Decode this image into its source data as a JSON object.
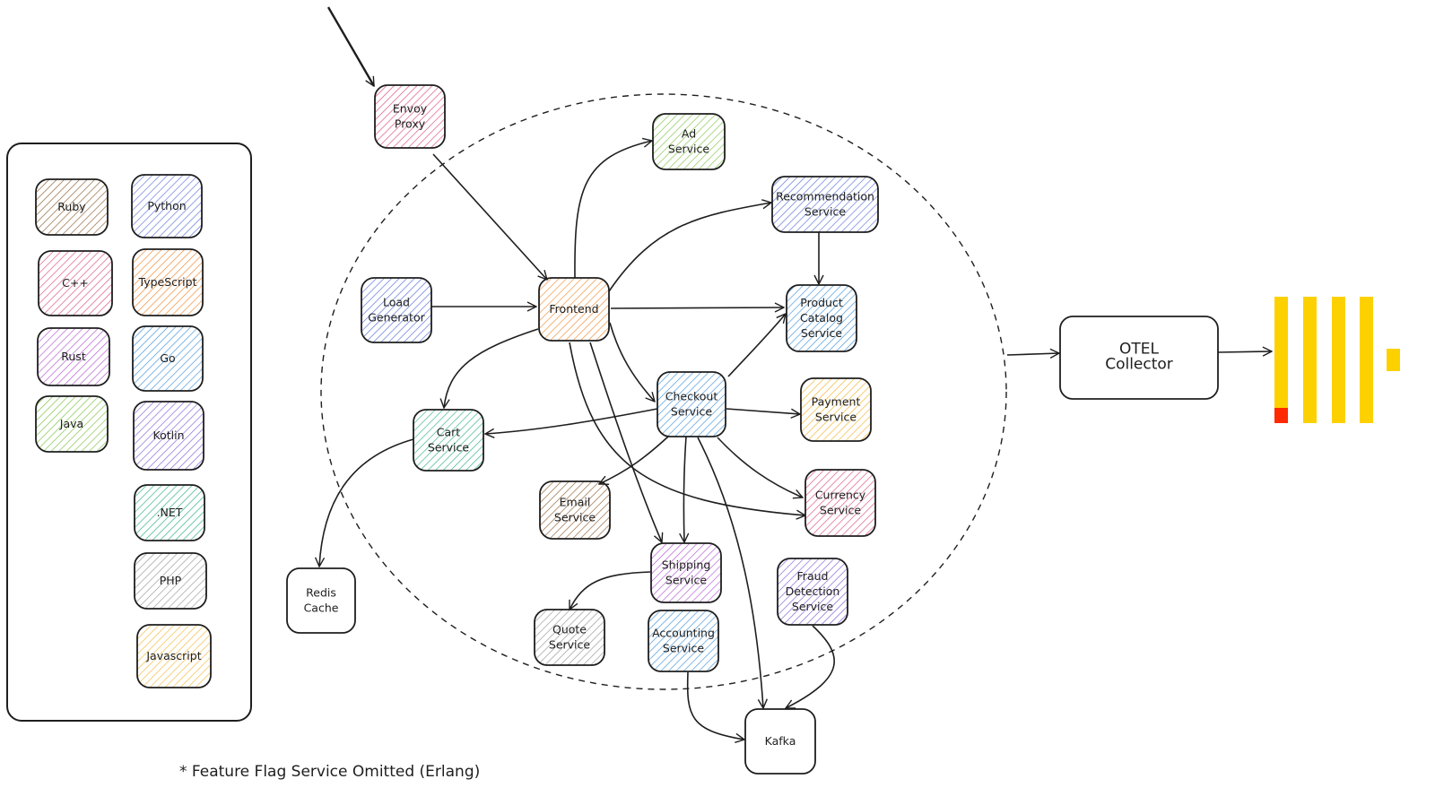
{
  "legend": {
    "title": "",
    "items": [
      {
        "id": "ruby",
        "label": "Ruby",
        "color": "#8c5a2b"
      },
      {
        "id": "python",
        "label": "Python",
        "color": "#5b72d9"
      },
      {
        "id": "cpp",
        "label": "C++",
        "color": "#d94a7a"
      },
      {
        "id": "typescript",
        "label": "TypeScript",
        "color": "#f08a30"
      },
      {
        "id": "rust",
        "label": "Rust",
        "color": "#b35bd1"
      },
      {
        "id": "go",
        "label": "Go",
        "color": "#3b8fd8"
      },
      {
        "id": "java",
        "label": "Java",
        "color": "#7cc143"
      },
      {
        "id": "kotlin",
        "label": "Kotlin",
        "color": "#7a5bd6"
      },
      {
        "id": "dotnet",
        "label": ".NET",
        "color": "#2fb083"
      },
      {
        "id": "php",
        "label": "PHP",
        "color": "#9a9a9a"
      },
      {
        "id": "javascript",
        "label": "Javascript",
        "color": "#f2b533"
      }
    ]
  },
  "nodes": [
    {
      "id": "envoy",
      "lines": [
        "Envoy",
        "Proxy"
      ],
      "lang": "cpp"
    },
    {
      "id": "ad",
      "lines": [
        "Ad",
        "Service"
      ],
      "lang": "java"
    },
    {
      "id": "recommendation",
      "lines": [
        "Recommendation",
        "Service"
      ],
      "lang": "python"
    },
    {
      "id": "load-generator",
      "lines": [
        "Load",
        "Generator"
      ],
      "lang": "python"
    },
    {
      "id": "frontend",
      "lines": [
        "Frontend"
      ],
      "lang": "typescript"
    },
    {
      "id": "product-catalog",
      "lines": [
        "Product",
        "Catalog",
        "Service"
      ],
      "lang": "go"
    },
    {
      "id": "checkout",
      "lines": [
        "Checkout",
        "Service"
      ],
      "lang": "go"
    },
    {
      "id": "payment",
      "lines": [
        "Payment",
        "Service"
      ],
      "lang": "javascript"
    },
    {
      "id": "cart",
      "lines": [
        "Cart",
        "Service"
      ],
      "lang": "dotnet"
    },
    {
      "id": "currency",
      "lines": [
        "Currency",
        "Service"
      ],
      "lang": "cpp"
    },
    {
      "id": "email",
      "lines": [
        "Email",
        "Service"
      ],
      "lang": "ruby"
    },
    {
      "id": "shipping",
      "lines": [
        "Shipping",
        "Service"
      ],
      "lang": "rust"
    },
    {
      "id": "fraud-detection",
      "lines": [
        "Fraud",
        "Detection",
        "Service"
      ],
      "lang": "kotlin"
    },
    {
      "id": "quote",
      "lines": [
        "Quote",
        "Service"
      ],
      "lang": "php"
    },
    {
      "id": "accounting",
      "lines": [
        "Accounting",
        "Service"
      ],
      "lang": "go"
    },
    {
      "id": "redis",
      "lines": [
        "Redis",
        "Cache"
      ],
      "lang": null
    },
    {
      "id": "kafka",
      "lines": [
        "Kafka"
      ],
      "lang": null
    },
    {
      "id": "otel-collector",
      "lines": [
        "OTEL",
        "Collector"
      ],
      "lang": null
    }
  ],
  "edges": [
    {
      "from": "external",
      "to": "envoy"
    },
    {
      "from": "envoy",
      "to": "frontend"
    },
    {
      "from": "load-generator",
      "to": "frontend"
    },
    {
      "from": "frontend",
      "to": "ad"
    },
    {
      "from": "frontend",
      "to": "recommendation"
    },
    {
      "from": "frontend",
      "to": "product-catalog"
    },
    {
      "from": "frontend",
      "to": "cart"
    },
    {
      "from": "frontend",
      "to": "checkout"
    },
    {
      "from": "frontend",
      "to": "shipping"
    },
    {
      "from": "frontend",
      "to": "currency"
    },
    {
      "from": "recommendation",
      "to": "product-catalog"
    },
    {
      "from": "checkout",
      "to": "product-catalog"
    },
    {
      "from": "checkout",
      "to": "payment"
    },
    {
      "from": "checkout",
      "to": "currency"
    },
    {
      "from": "checkout",
      "to": "cart"
    },
    {
      "from": "checkout",
      "to": "email"
    },
    {
      "from": "checkout",
      "to": "shipping"
    },
    {
      "from": "checkout",
      "to": "kafka"
    },
    {
      "from": "cart",
      "to": "redis"
    },
    {
      "from": "shipping",
      "to": "quote"
    },
    {
      "from": "accounting",
      "to": "kafka"
    },
    {
      "from": "fraud-detection",
      "to": "kafka"
    },
    {
      "from": "cluster",
      "to": "otel-collector"
    },
    {
      "from": "otel-collector",
      "to": "backend"
    }
  ],
  "backend_logo": {
    "name": "observability-backend-logo",
    "colors": {
      "bar": "#fdd100",
      "accent": "#ff2a00"
    }
  },
  "footnote": "* Feature Flag Service Omitted (Erlang)"
}
